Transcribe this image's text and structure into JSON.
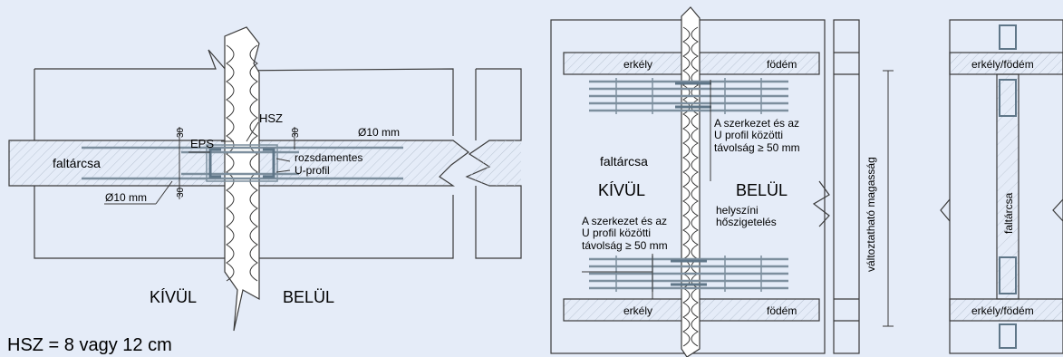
{
  "left_panel": {
    "label_eps": "EPS",
    "label_hsz": "HSZ",
    "dim_top_left": "30",
    "dim_top_right": "30",
    "dim_bottom": "30",
    "rebar_top": "Ø10 mm",
    "rebar_bottom": "Ø10 mm",
    "stainless_1": "rozsdamentes",
    "stainless_2": "U-profil",
    "slab_label": "faltárcsa",
    "outside": "KÍVÜL",
    "inside": "BELÜL",
    "note": "HSZ = 8 vagy 12 cm"
  },
  "middle_panel": {
    "balcony_top": "erkély",
    "floor_top": "födém",
    "balcony_bottom": "erkély",
    "floor_bottom": "födém",
    "dist_right": [
      "A szerkezet és az",
      "U profil közötti",
      "távolság ≥ 50 mm"
    ],
    "dist_left": [
      "A szerkezet és az",
      "U profil közötti",
      "távolság ≥ 50 mm"
    ],
    "slab_label": "faltárcsa",
    "outside": "KÍVÜL",
    "inside": "BELÜL",
    "insulation_1": "helyszíni",
    "insulation_2": "hőszigetelés",
    "height_label": "változtatható magasság"
  },
  "right_panel": {
    "top_label": "erkély/födém",
    "bottom_label": "erkély/födém",
    "wall_label": "faltárcsa"
  },
  "colors": {
    "background": "#e5ecf8",
    "line": "#3a3a3a",
    "rebar": "#7d8f9e",
    "u_profile": "#5f7688"
  }
}
